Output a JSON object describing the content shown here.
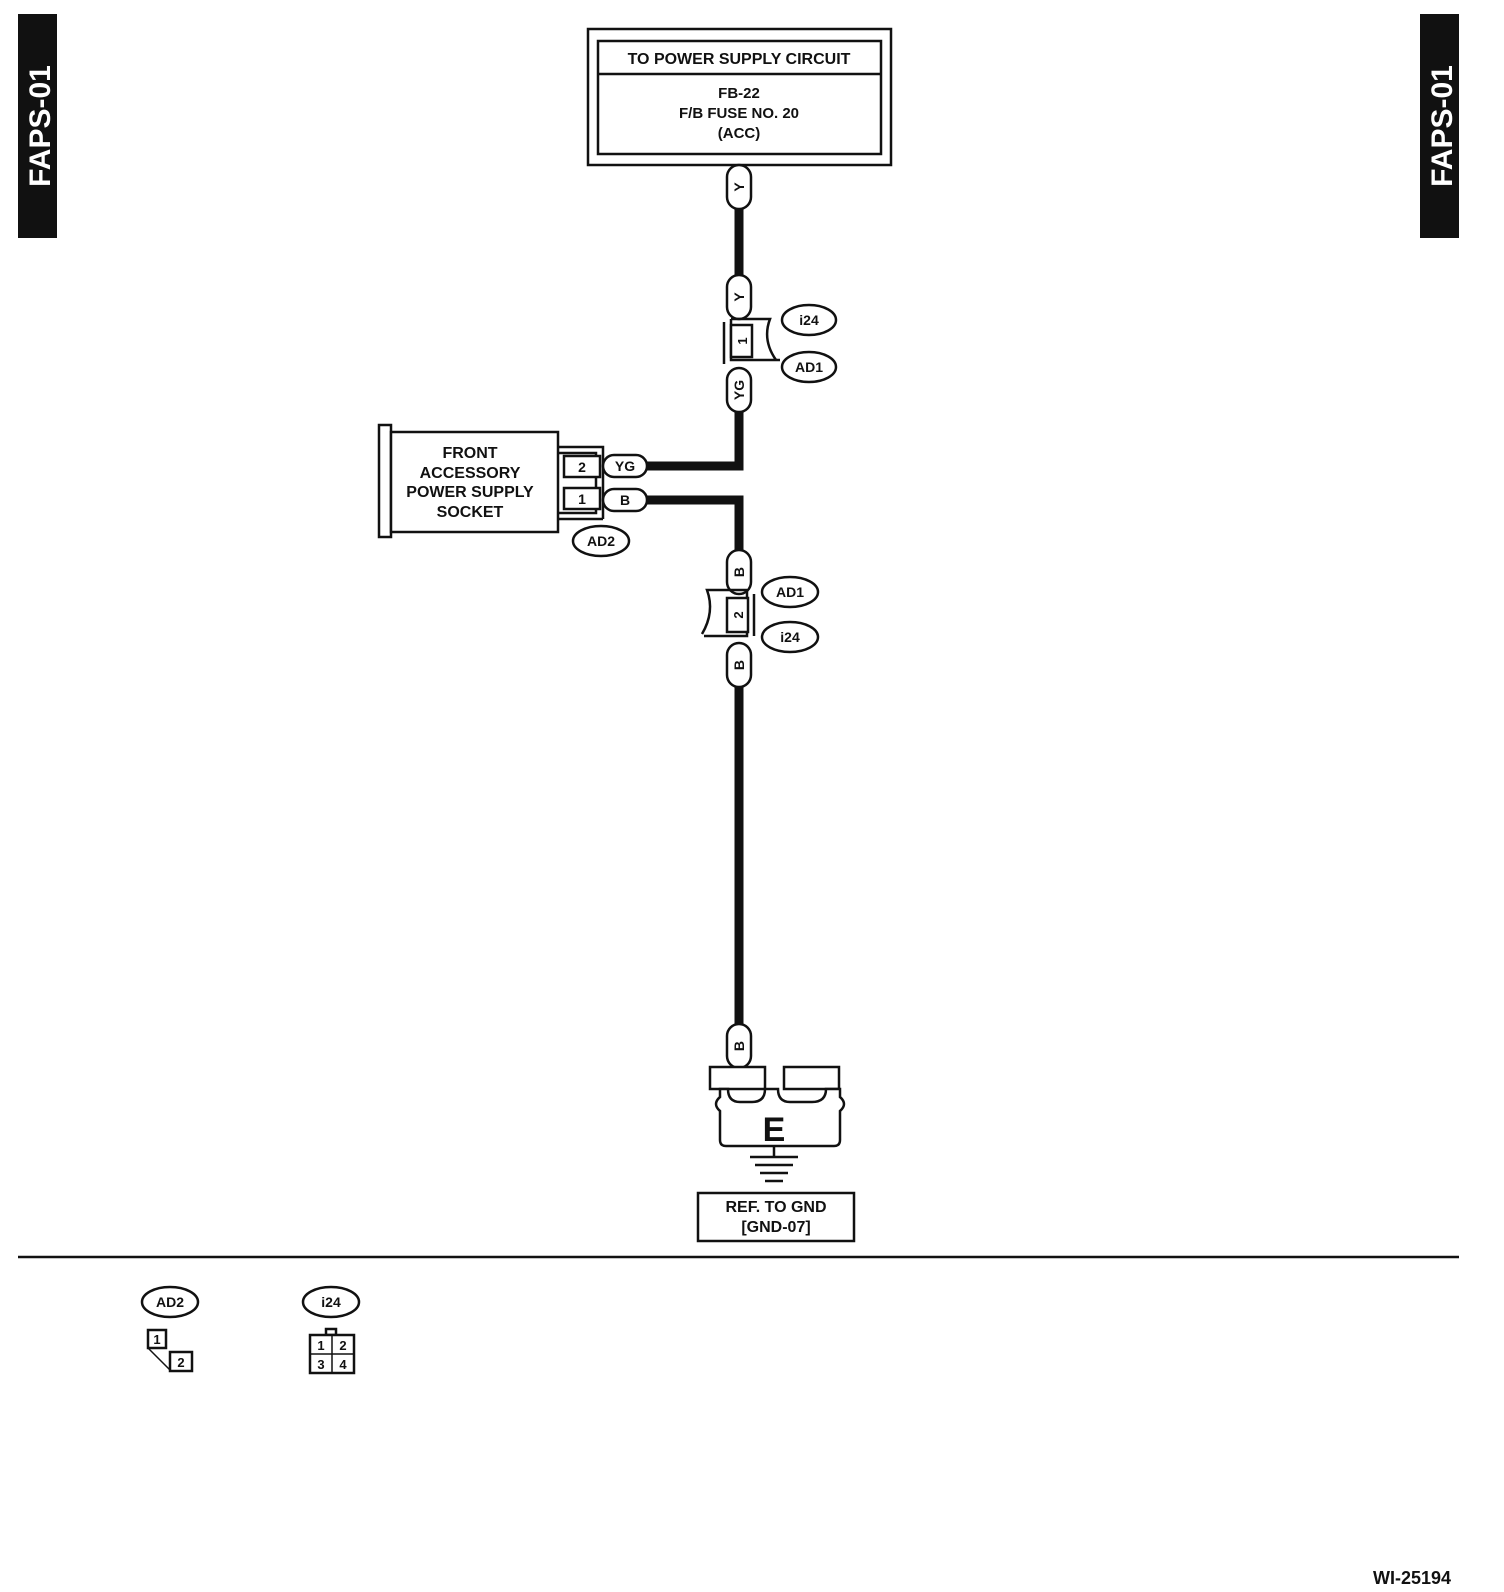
{
  "diagram": {
    "tab_left": "FAPS-01",
    "tab_right": "FAPS-01",
    "power_box": {
      "title": "TO POWER SUPPLY CIRCUIT",
      "line1": "FB-22",
      "line2": "F/B FUSE NO. 20",
      "line3": "(ACC)"
    },
    "wire_colors": {
      "top": "Y",
      "upper_conn_top": "Y",
      "upper_conn_bottom": "YG",
      "socket_pin2": "YG",
      "socket_pin1": "B",
      "lower_conn_top": "B",
      "lower_conn_bottom": "B",
      "ground": "B"
    },
    "upper_connector": {
      "pin": "1",
      "label_top": "i24",
      "label_bottom": "AD1"
    },
    "lower_connector": {
      "pin": "2",
      "label_top": "AD1",
      "label_bottom": "i24"
    },
    "socket": {
      "line1": "FRONT",
      "line2": "ACCESSORY",
      "line3": "POWER SUPPLY",
      "line4": "SOCKET",
      "pin_top": "2",
      "pin_bottom": "1",
      "connector_id": "AD2"
    },
    "ground": {
      "letter": "E",
      "ref_line1": "REF. TO GND",
      "ref_line2": "[GND-07]"
    },
    "legend": {
      "ad2": {
        "label": "AD2",
        "pins": [
          "1",
          "2"
        ]
      },
      "i24": {
        "label": "i24",
        "pins": [
          "1",
          "2",
          "3",
          "4"
        ]
      }
    },
    "figure_id": "WI-25194"
  }
}
